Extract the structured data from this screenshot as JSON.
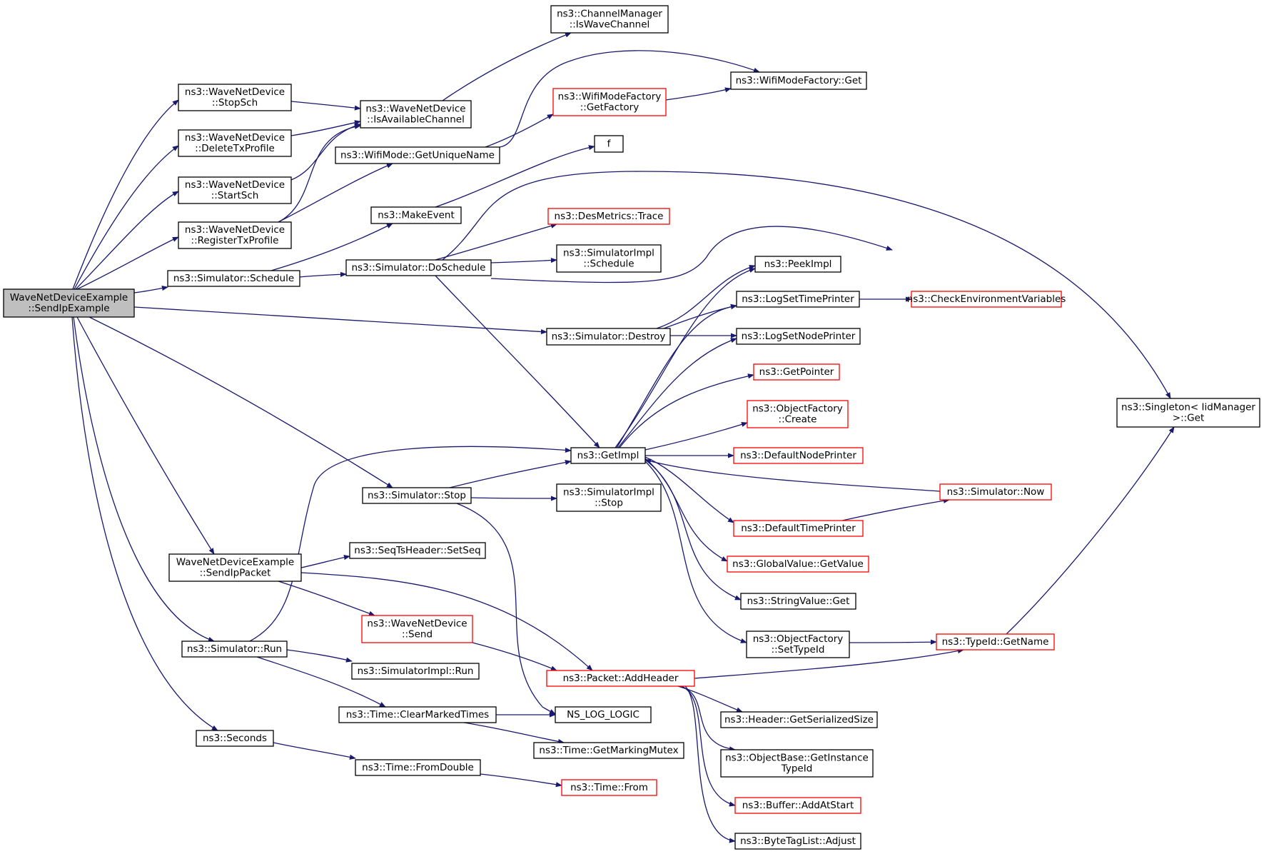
{
  "colors": {
    "edge": "#191970",
    "node_border": "#000000",
    "truncated_border": "#ff0000",
    "root_fill": "#bfbfbf",
    "node_fill": "#ffffff"
  },
  "nodes": [
    {
      "id": "root",
      "lines": [
        "WaveNetDeviceExample",
        "::SendIpExample"
      ],
      "style": "root"
    },
    {
      "id": "stopSch",
      "lines": [
        "ns3::WaveNetDevice",
        "::StopSch"
      ],
      "style": "normal"
    },
    {
      "id": "deleteTx",
      "lines": [
        "ns3::WaveNetDevice",
        "::DeleteTxProfile"
      ],
      "style": "normal"
    },
    {
      "id": "startSch",
      "lines": [
        "ns3::WaveNetDevice",
        "::StartSch"
      ],
      "style": "normal"
    },
    {
      "id": "registerTx",
      "lines": [
        "ns3::WaveNetDevice",
        "::RegisterTxProfile"
      ],
      "style": "normal"
    },
    {
      "id": "simSchedule",
      "lines": [
        "ns3::Simulator::Schedule"
      ],
      "style": "normal"
    },
    {
      "id": "sendIpPacket",
      "lines": [
        "WaveNetDeviceExample",
        "::SendIpPacket"
      ],
      "style": "normal"
    },
    {
      "id": "simRun",
      "lines": [
        "ns3::Simulator::Run"
      ],
      "style": "normal"
    },
    {
      "id": "seconds",
      "lines": [
        "ns3::Seconds"
      ],
      "style": "normal"
    },
    {
      "id": "isAvail",
      "lines": [
        "ns3::WaveNetDevice",
        "::IsAvailableChannel"
      ],
      "style": "normal"
    },
    {
      "id": "getUnique",
      "lines": [
        "ns3::WifiMode::GetUniqueName"
      ],
      "style": "normal"
    },
    {
      "id": "makeEvent",
      "lines": [
        "ns3::MakeEvent"
      ],
      "style": "normal"
    },
    {
      "id": "doSchedule",
      "lines": [
        "ns3::Simulator::DoSchedule"
      ],
      "style": "normal"
    },
    {
      "id": "simStop",
      "lines": [
        "ns3::Simulator::Stop"
      ],
      "style": "normal"
    },
    {
      "id": "setSeq",
      "lines": [
        "ns3::SeqTsHeader::SetSeq"
      ],
      "style": "normal"
    },
    {
      "id": "wndSend",
      "lines": [
        "ns3::WaveNetDevice",
        "::Send"
      ],
      "style": "truncated"
    },
    {
      "id": "implRun",
      "lines": [
        "ns3::SimulatorImpl::Run"
      ],
      "style": "normal"
    },
    {
      "id": "clearMarked",
      "lines": [
        "ns3::Time::ClearMarkedTimes"
      ],
      "style": "normal"
    },
    {
      "id": "fromDouble",
      "lines": [
        "ns3::Time::FromDouble"
      ],
      "style": "normal"
    },
    {
      "id": "chanMgr",
      "lines": [
        "ns3::ChannelManager",
        "::IsWaveChannel"
      ],
      "style": "normal"
    },
    {
      "id": "wmfGetFactory",
      "lines": [
        "ns3::WifiModeFactory",
        "::GetFactory"
      ],
      "style": "truncated"
    },
    {
      "id": "fNode",
      "lines": [
        "f"
      ],
      "style": "normal"
    },
    {
      "id": "desTrace",
      "lines": [
        "ns3::DesMetrics::Trace"
      ],
      "style": "truncated"
    },
    {
      "id": "implSchedule",
      "lines": [
        "ns3::SimulatorImpl",
        "::Schedule"
      ],
      "style": "normal"
    },
    {
      "id": "simDestroy",
      "lines": [
        "ns3::Simulator::Destroy"
      ],
      "style": "normal"
    },
    {
      "id": "getImpl",
      "lines": [
        "ns3::GetImpl"
      ],
      "style": "normal"
    },
    {
      "id": "implStop",
      "lines": [
        "ns3::SimulatorImpl",
        "::Stop"
      ],
      "style": "normal"
    },
    {
      "id": "addHeader",
      "lines": [
        "ns3::Packet::AddHeader"
      ],
      "style": "truncated"
    },
    {
      "id": "nsLogLogic",
      "lines": [
        "NS_LOG_LOGIC"
      ],
      "style": "normal"
    },
    {
      "id": "markingMutex",
      "lines": [
        "ns3::Time::GetMarkingMutex"
      ],
      "style": "normal"
    },
    {
      "id": "timeFrom",
      "lines": [
        "ns3::Time::From"
      ],
      "style": "truncated"
    },
    {
      "id": "wmfGet",
      "lines": [
        "ns3::WifiModeFactory::Get"
      ],
      "style": "normal"
    },
    {
      "id": "peekImpl",
      "lines": [
        "ns3::PeekImpl"
      ],
      "style": "normal"
    },
    {
      "id": "logSetTime",
      "lines": [
        "ns3::LogSetTimePrinter"
      ],
      "style": "normal"
    },
    {
      "id": "logSetNode",
      "lines": [
        "ns3::LogSetNodePrinter"
      ],
      "style": "normal"
    },
    {
      "id": "getPointer",
      "lines": [
        "ns3::GetPointer"
      ],
      "style": "truncated"
    },
    {
      "id": "ofCreate",
      "lines": [
        "ns3::ObjectFactory",
        "::Create"
      ],
      "style": "truncated"
    },
    {
      "id": "defNodePrinter",
      "lines": [
        "ns3::DefaultNodePrinter"
      ],
      "style": "truncated"
    },
    {
      "id": "defTimePrinter",
      "lines": [
        "ns3::DefaultTimePrinter"
      ],
      "style": "truncated"
    },
    {
      "id": "gvGetValue",
      "lines": [
        "ns3::GlobalValue::GetValue"
      ],
      "style": "truncated"
    },
    {
      "id": "svGet",
      "lines": [
        "ns3::StringValue::Get"
      ],
      "style": "normal"
    },
    {
      "id": "ofSetTypeId",
      "lines": [
        "ns3::ObjectFactory",
        "::SetTypeId"
      ],
      "style": "normal"
    },
    {
      "id": "hdrSize",
      "lines": [
        "ns3::Header::GetSerializedSize"
      ],
      "style": "normal"
    },
    {
      "id": "obGetInst",
      "lines": [
        "ns3::ObjectBase::GetInstance",
        "TypeId"
      ],
      "style": "normal"
    },
    {
      "id": "bufAddAtStart",
      "lines": [
        "ns3::Buffer::AddAtStart"
      ],
      "style": "truncated"
    },
    {
      "id": "btlAdjust",
      "lines": [
        "ns3::ByteTagList::Adjust"
      ],
      "style": "normal"
    },
    {
      "id": "checkEnv",
      "lines": [
        "ns3::CheckEnvironmentVariables"
      ],
      "style": "truncated"
    },
    {
      "id": "simNow",
      "lines": [
        "ns3::Simulator::Now"
      ],
      "style": "truncated"
    },
    {
      "id": "typeIdGetName",
      "lines": [
        "ns3::TypeId::GetName"
      ],
      "style": "truncated"
    },
    {
      "id": "singletonGet",
      "lines": [
        "ns3::Singleton< IidManager",
        " >::Get"
      ],
      "style": "normal"
    }
  ],
  "edges": [
    [
      "root",
      "stopSch"
    ],
    [
      "root",
      "deleteTx"
    ],
    [
      "root",
      "startSch"
    ],
    [
      "root",
      "registerTx"
    ],
    [
      "root",
      "simSchedule"
    ],
    [
      "root",
      "simDestroy"
    ],
    [
      "root",
      "simStop"
    ],
    [
      "root",
      "sendIpPacket"
    ],
    [
      "root",
      "simRun"
    ],
    [
      "root",
      "seconds"
    ],
    [
      "stopSch",
      "isAvail"
    ],
    [
      "deleteTx",
      "isAvail"
    ],
    [
      "startSch",
      "isAvail"
    ],
    [
      "registerTx",
      "isAvail"
    ],
    [
      "registerTx",
      "getUnique"
    ],
    [
      "isAvail",
      "chanMgr"
    ],
    [
      "getUnique",
      "wmfGet"
    ],
    [
      "getUnique",
      "wmfGetFactory"
    ],
    [
      "wmfGetFactory",
      "wmfGet"
    ],
    [
      "simSchedule",
      "makeEvent"
    ],
    [
      "simSchedule",
      "doSchedule"
    ],
    [
      "makeEvent",
      "fNode"
    ],
    [
      "doSchedule",
      "singletonGet"
    ],
    [
      "doSchedule",
      "desTrace"
    ],
    [
      "doSchedule",
      "implSchedule"
    ],
    [
      "doSchedule",
      "simNow"
    ],
    [
      "doSchedule",
      "getImpl"
    ],
    [
      "simDestroy",
      "logSetTime"
    ],
    [
      "simDestroy",
      "logSetNode"
    ],
    [
      "simDestroy",
      "peekImpl"
    ],
    [
      "logSetTime",
      "checkEnv"
    ],
    [
      "getImpl",
      "peekImpl"
    ],
    [
      "getImpl",
      "logSetTime"
    ],
    [
      "getImpl",
      "logSetNode"
    ],
    [
      "getImpl",
      "getPointer"
    ],
    [
      "getImpl",
      "ofCreate"
    ],
    [
      "getImpl",
      "defNodePrinter"
    ],
    [
      "getImpl",
      "defTimePrinter"
    ],
    [
      "getImpl",
      "gvGetValue"
    ],
    [
      "getImpl",
      "svGet"
    ],
    [
      "getImpl",
      "ofSetTypeId"
    ],
    [
      "simNow",
      "getImpl"
    ],
    [
      "defTimePrinter",
      "simNow"
    ],
    [
      "simStop",
      "getImpl"
    ],
    [
      "simStop",
      "implStop"
    ],
    [
      "simStop",
      "nsLogLogic"
    ],
    [
      "sendIpPacket",
      "setSeq"
    ],
    [
      "sendIpPacket",
      "wndSend"
    ],
    [
      "sendIpPacket",
      "addHeader"
    ],
    [
      "wndSend",
      "addHeader"
    ],
    [
      "simRun",
      "getImpl"
    ],
    [
      "simRun",
      "implRun"
    ],
    [
      "simRun",
      "clearMarked"
    ],
    [
      "clearMarked",
      "nsLogLogic"
    ],
    [
      "clearMarked",
      "markingMutex"
    ],
    [
      "seconds",
      "fromDouble"
    ],
    [
      "fromDouble",
      "timeFrom"
    ],
    [
      "addHeader",
      "typeIdGetName"
    ],
    [
      "addHeader",
      "hdrSize"
    ],
    [
      "addHeader",
      "obGetInst"
    ],
    [
      "addHeader",
      "bufAddAtStart"
    ],
    [
      "addHeader",
      "btlAdjust"
    ],
    [
      "ofSetTypeId",
      "typeIdGetName"
    ],
    [
      "typeIdGetName",
      "singletonGet"
    ]
  ]
}
